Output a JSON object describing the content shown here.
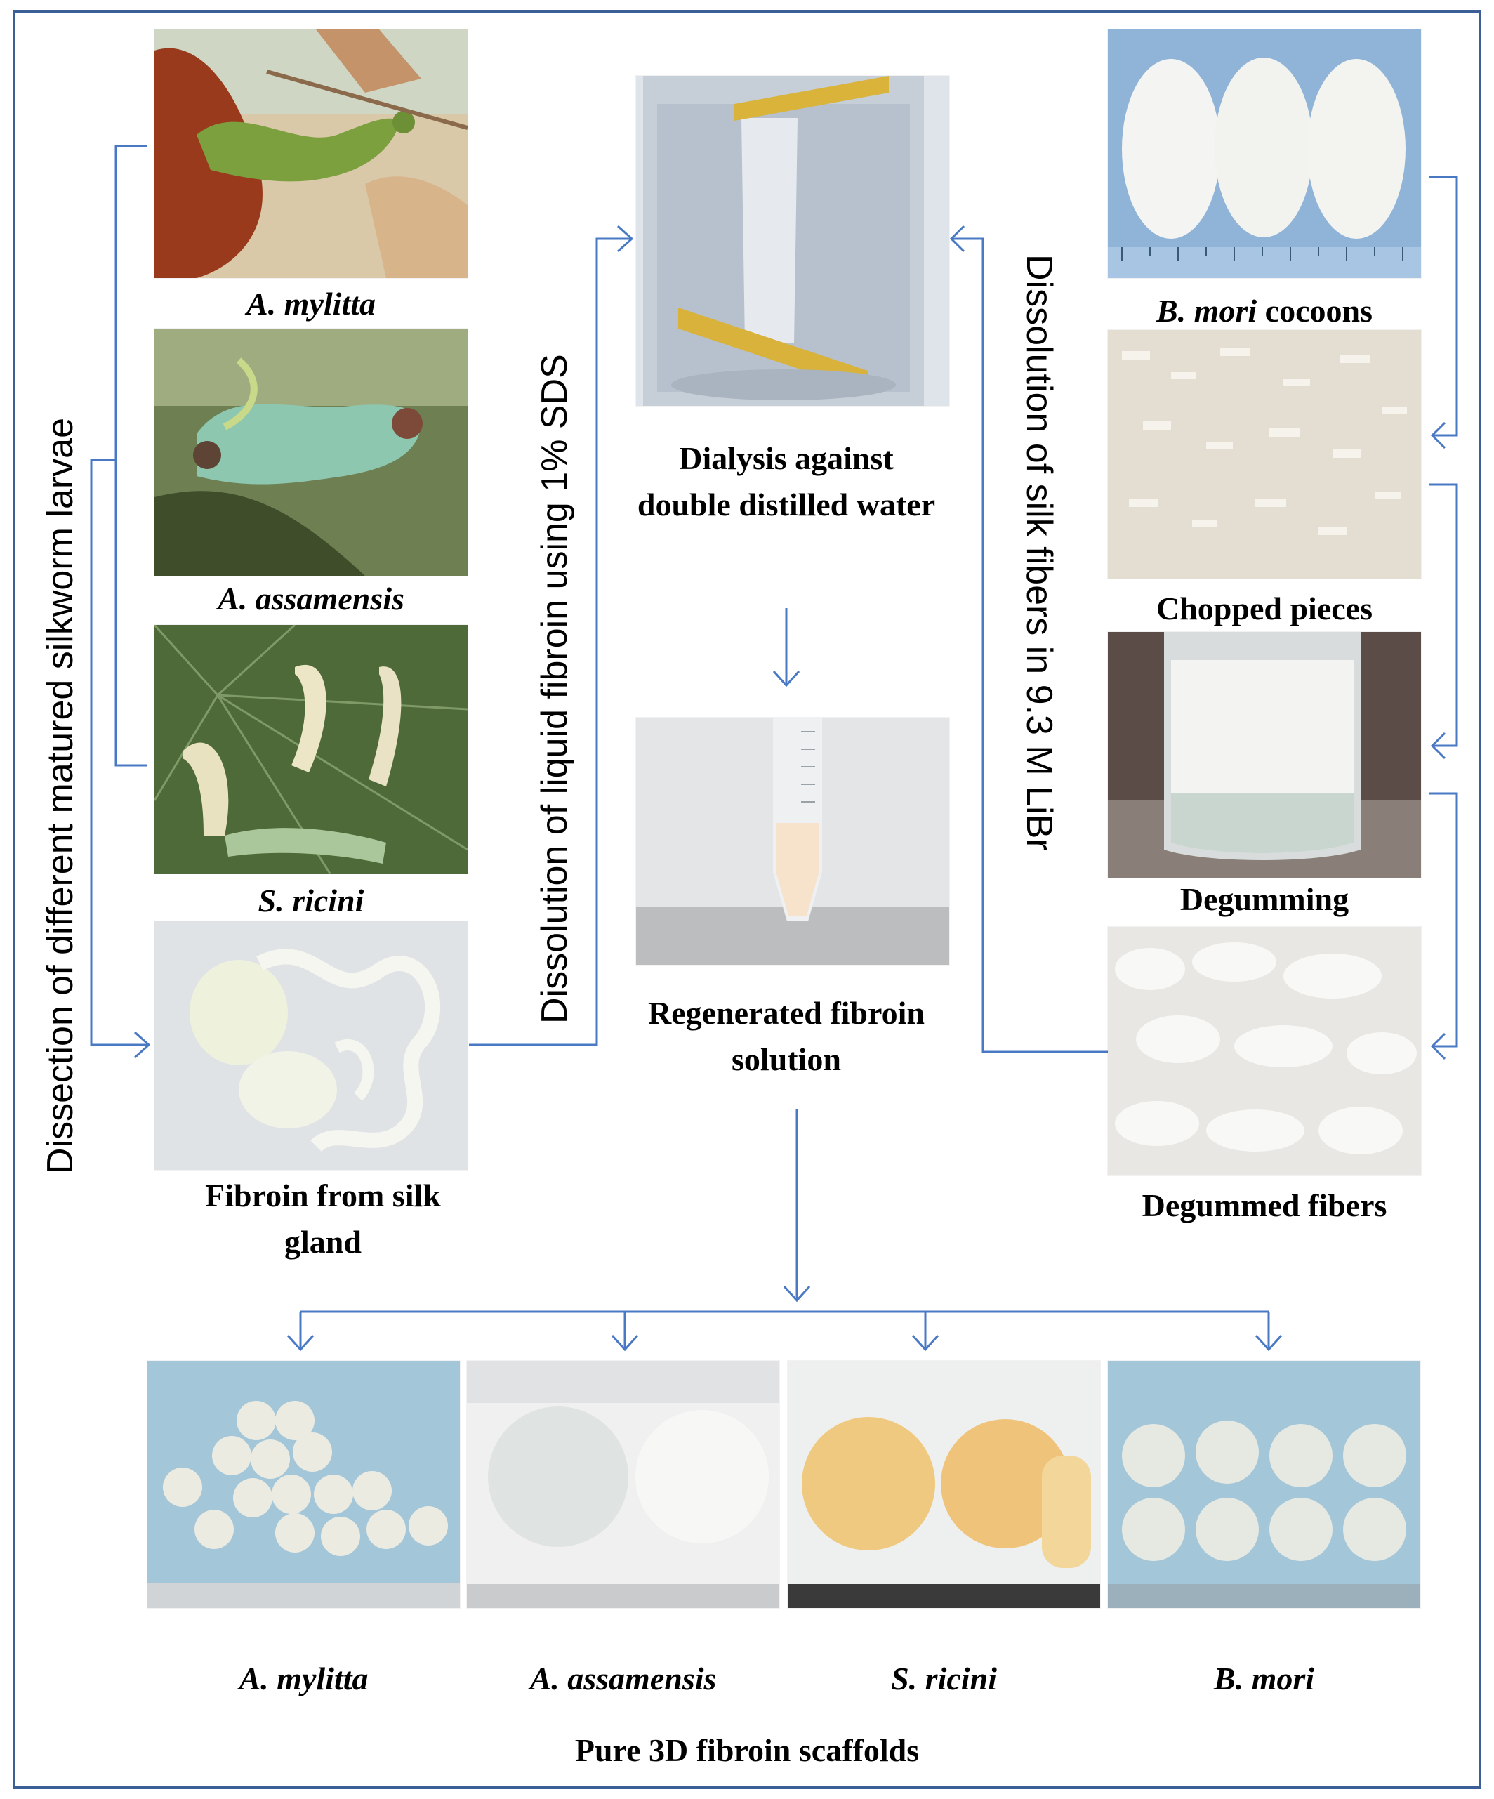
{
  "larvae_captions": {
    "a_mylitta": "A. mylitta",
    "a_assamensis": "A. assamensis",
    "s_ricini": "S. ricini"
  },
  "fibroin_caption": "Fibroin from silk gland",
  "vertical_labels": {
    "dissection": "Dissection of different matured silkworm larvae",
    "sds": "Dissolution of liquid fibroin using 1% SDS",
    "libr": "Dissolution of silk fibers in 9.3 M LiBr"
  },
  "center_captions": {
    "dialysis": "Dialysis against double distilled water",
    "regenerated": "Regenerated fibroin solution"
  },
  "bmori_steps": {
    "cocoons_italic": "B. mori",
    "cocoons_rest": " cocoons",
    "chopped": "Chopped pieces",
    "degumming": "Degumming",
    "degummed": "Degummed fibers"
  },
  "scaffold_captions": [
    "A. mylitta",
    "A. assamensis",
    "S. ricini",
    "B. mori"
  ],
  "footer": "Pure 3D fibroin scaffolds",
  "colors": {
    "frame": "#3b5f96",
    "arrow": "#4a79c4"
  }
}
